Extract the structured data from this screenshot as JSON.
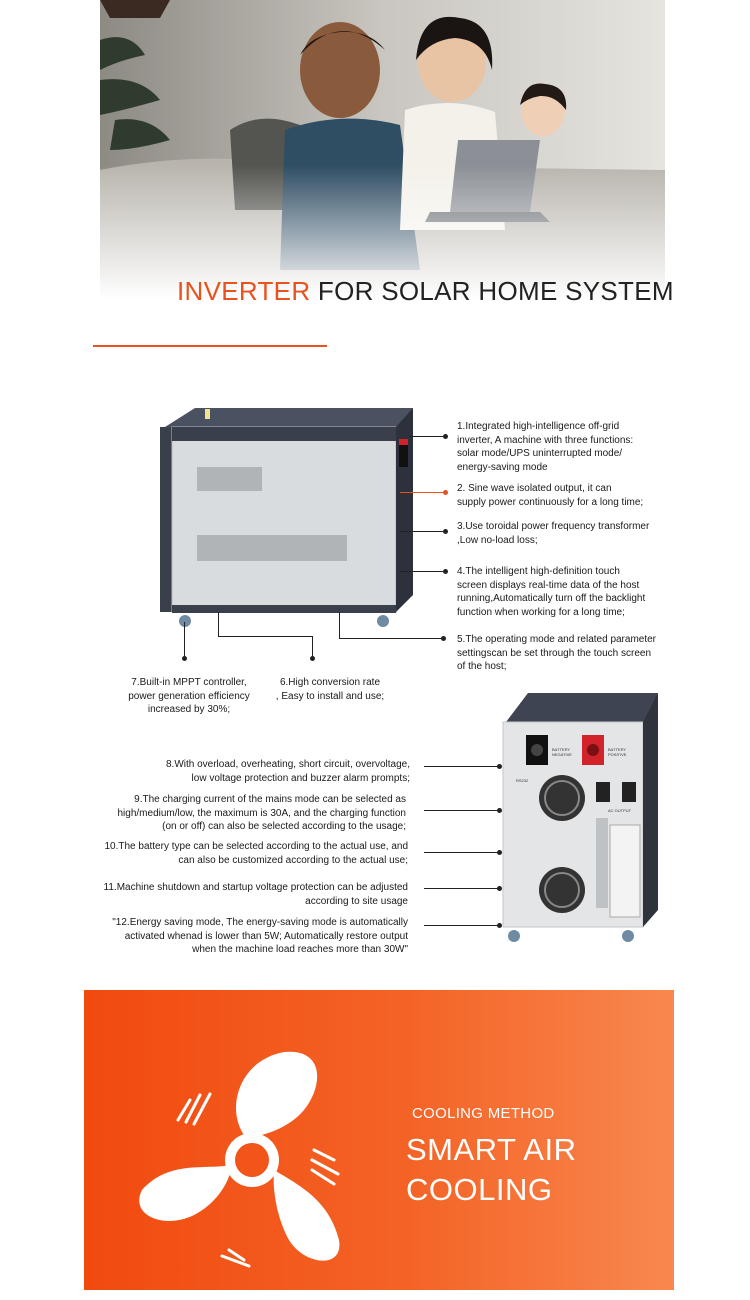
{
  "title": {
    "accent": "INVERTER",
    "rest": " FOR SOLAR HOME SYSTEM"
  },
  "features": {
    "f1": "1.Integrated high-intelligence off-grid\n inverter, A machine with three functions:\nsolar mode/UPS uninterrupted mode/\nenergy-saving mode",
    "f2": "2. Sine wave isolated output, it can\nsupply power continuously for a long time;",
    "f3": "3.Use toroidal power frequency transformer\n,Low no-load loss;",
    "f4": "4.The intelligent high-definition touch\nscreen displays real-time data of the host\nrunning,Automatically turn off the backlight\nfunction when working for a long time;",
    "f5": "5.The operating mode and related parameter\nsettingscan be set through the touch screen\nof the host;",
    "f6": "6.High conversion rate\n, Easy to install and use;",
    "f7": "7.Built-in MPPT controller,\npower generation efficiency\nincreased by 30%;",
    "f8": "8.With overload, overheating, short circuit, overvoltage,\nlow voltage protection and buzzer alarm prompts;",
    "f9": "9.The charging current of the mains mode can be selected as\nhigh/medium/low, the maximum is 30A, and the charging function\n(on or off) can also be selected according to the usage;",
    "f10": "10.The battery type can be selected according to the actual use, and\ncan also be customized according to the actual use;",
    "f11": "11.Machine shutdown and startup voltage protection can be adjusted\naccording to site usage",
    "f12": "\"12.Energy saving mode, The energy-saving mode is automatically\nactivated whenad is lower than 5W; Automatically restore output\nwhen the machine load reaches more than 30W\""
  },
  "back_panel": {
    "battery_negative": "BATTERY\nNEGATIVE",
    "battery_positive": "BATTERY\nPOSITIVE",
    "port": "RS232",
    "ac_output": "AC OUTPUT"
  },
  "cooling": {
    "subtitle": "COOLING METHOD",
    "title": "SMART AIR\nCOOLING"
  },
  "colors": {
    "accent": "#e8521e",
    "banner": "#f14a0f"
  },
  "icons": [
    "fan-icon"
  ]
}
